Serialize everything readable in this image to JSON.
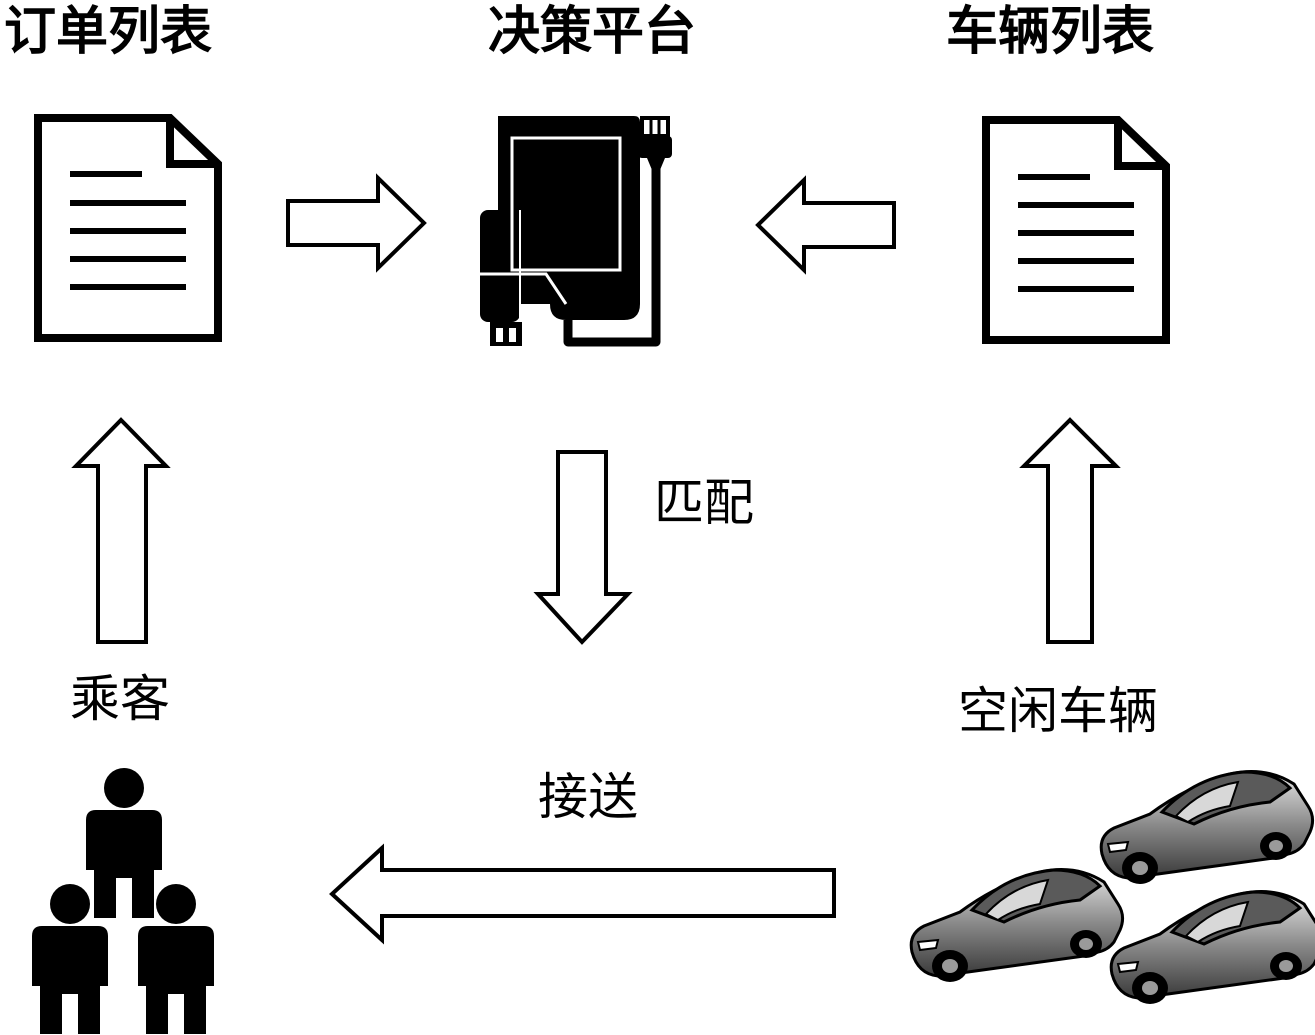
{
  "labels": {
    "order_list": "订单列表",
    "decision_platform": "决策平台",
    "vehicle_list": "车辆列表",
    "match": "匹配",
    "passenger": "乘客",
    "idle_vehicle": "空闲车辆",
    "pickup": "接送"
  },
  "icons": {
    "order_list": "document-icon",
    "decision_platform": "server-platform-icon",
    "vehicle_list": "document-icon",
    "passenger": "people-group-icon",
    "idle_vehicle": "cars-group-icon"
  },
  "colors": {
    "ink": "#000000",
    "paper": "#ffffff",
    "car_body": "#5a5a5a",
    "car_light": "#d8d8d8"
  }
}
